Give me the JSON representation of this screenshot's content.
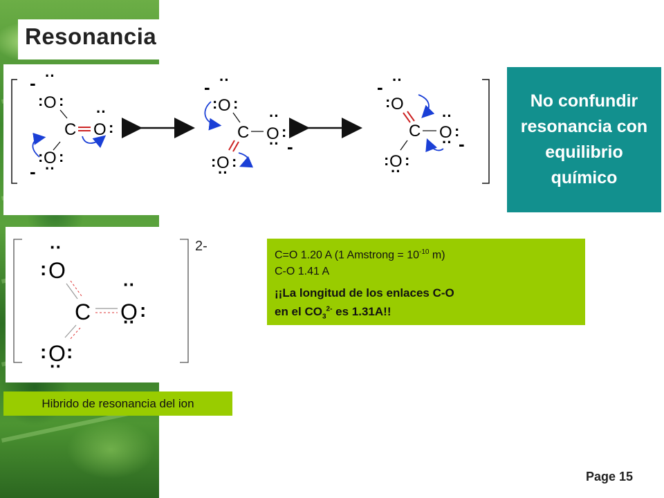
{
  "slide": {
    "title": "Resonancia",
    "note": "No confundir resonancia con equilibrio químico",
    "hybrid_caption": "Hibrido de resonancia del ion",
    "hybrid_charge": "2-",
    "page": "Page 15"
  },
  "info": {
    "line1_pre": "C=O  1.20 A (1 Amstrong = 10",
    "line1_exp": "-10",
    "line1_post": " m)",
    "line2": " C-O  1.41 A",
    "line3": "¡¡La longitud de los enlaces C-O",
    "line4_pre": "en el CO",
    "line4_sub": "3",
    "line4_sup": "2-",
    "line4_post": " es 1.31A!!"
  },
  "structure": {
    "atom_c": "C",
    "atom_o": "O",
    "charge": "-"
  },
  "colors": {
    "teal": "#12908e",
    "lime": "#99cc00",
    "double_bond_red": "#cc2222",
    "arrow_blue": "#1a3fd6"
  }
}
